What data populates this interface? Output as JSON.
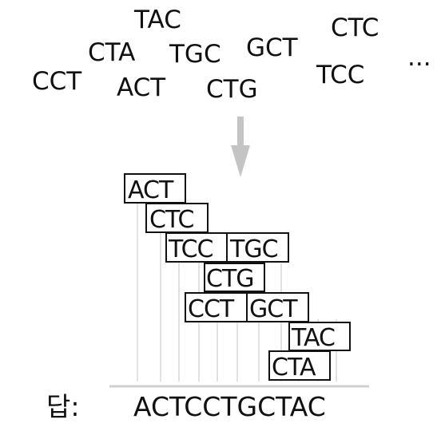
{
  "fragments": [
    "TAC",
    "CTA",
    "TGC",
    "GCT",
    "CTC",
    "CCT",
    "ACT",
    "CTG",
    "TCC",
    "..."
  ],
  "alignment": [
    [
      "ACT"
    ],
    [
      "CTC"
    ],
    [
      "TCC",
      "TGC"
    ],
    [
      "CTG"
    ],
    [
      "CCT",
      "GCT"
    ],
    [
      "TAC"
    ],
    [
      "CTA"
    ]
  ],
  "answer": {
    "label": "답:",
    "sequence": "ACTCCTGCTAC"
  },
  "colors": {
    "text": "#111111",
    "arrow": "#c4c4c4",
    "guide": "#e2e2e2",
    "baseline": "#d0d0d0",
    "tile_border": "#111111"
  }
}
